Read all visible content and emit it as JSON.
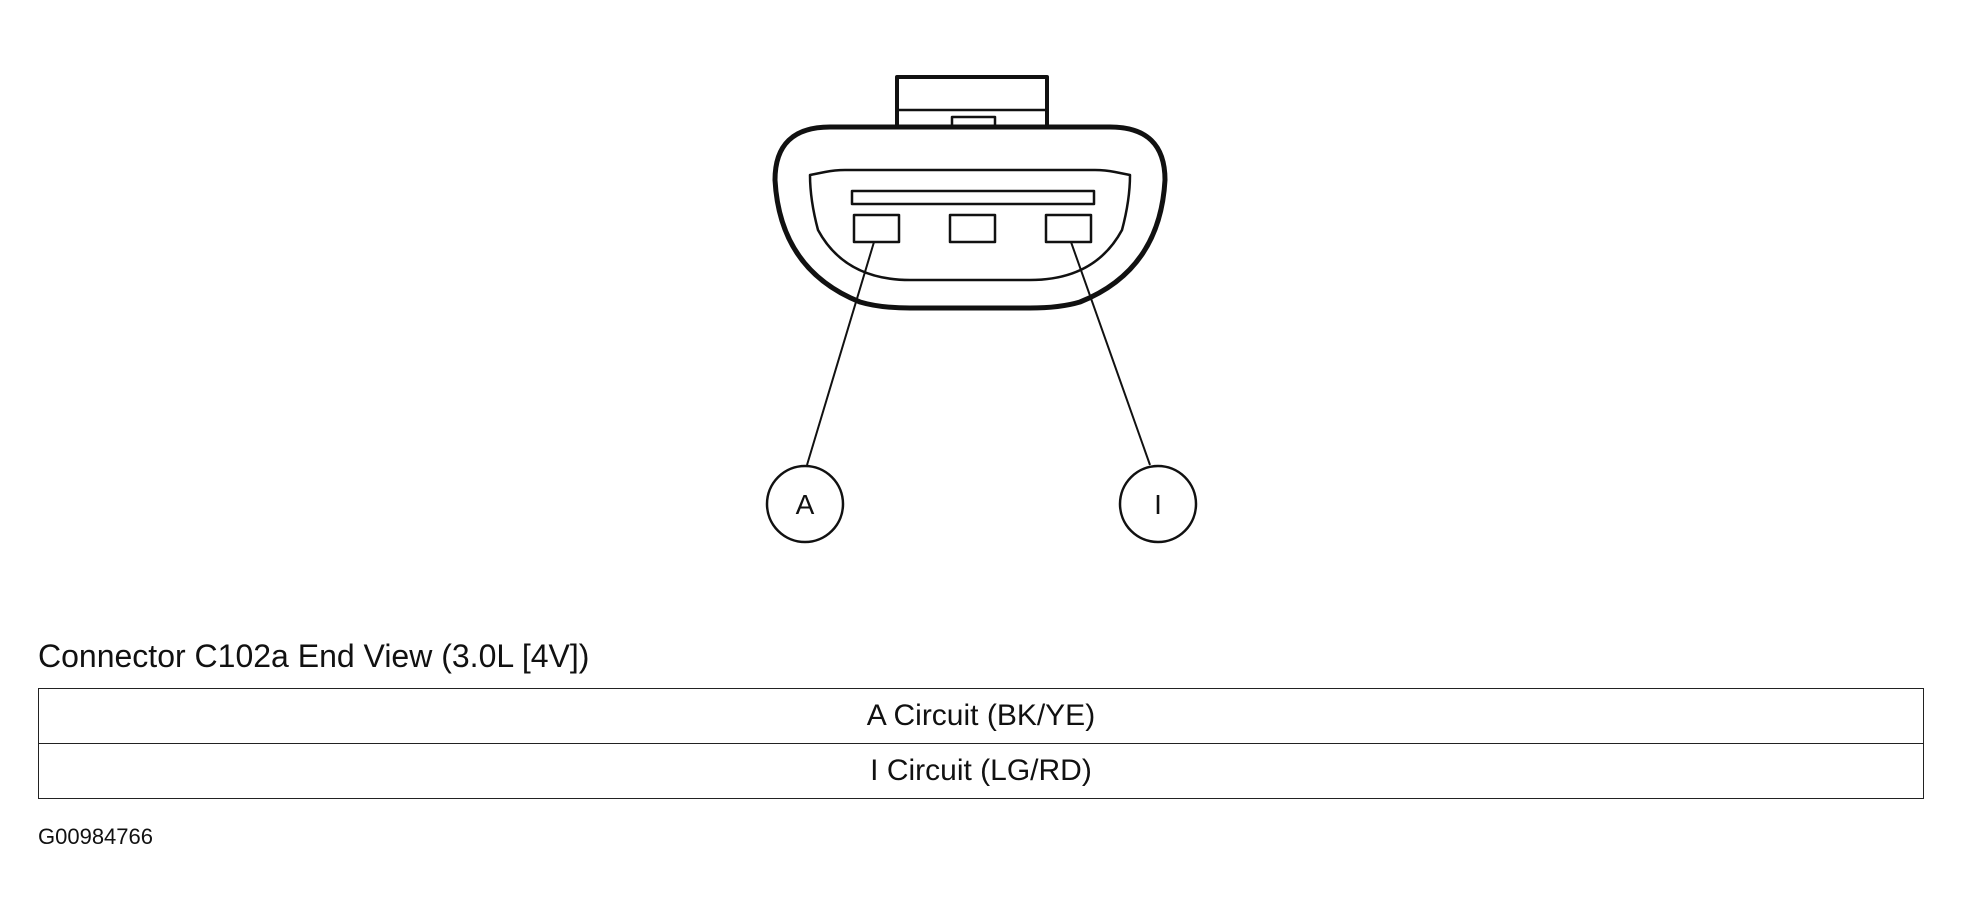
{
  "diagram": {
    "callouts": [
      {
        "id": "A",
        "label": "A"
      },
      {
        "id": "I",
        "label": "I"
      }
    ],
    "caption": "Connector C102a End View (3.0L [4V])",
    "circuits": [
      {
        "label": "A Circuit (BK/YE)"
      },
      {
        "label": "I Circuit (LG/RD)"
      }
    ],
    "figure_id": "G00984766"
  }
}
